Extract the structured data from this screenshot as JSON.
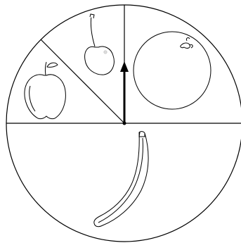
{
  "spinner": {
    "sectors": [
      {
        "id": "banana",
        "label": "",
        "icon": "banana-icon"
      },
      {
        "id": "apple",
        "label": "",
        "icon": "apple-icon"
      },
      {
        "id": "cherry",
        "label": "",
        "icon": "cherry-icon"
      },
      {
        "id": "orange",
        "label": "",
        "icon": "orange-icon"
      }
    ],
    "pointer": {
      "icon": "arrow-up-icon",
      "points_to": "up"
    },
    "colors": {
      "stroke": "#000000",
      "fill": "#ffffff",
      "highlight": "#cccccc"
    }
  }
}
